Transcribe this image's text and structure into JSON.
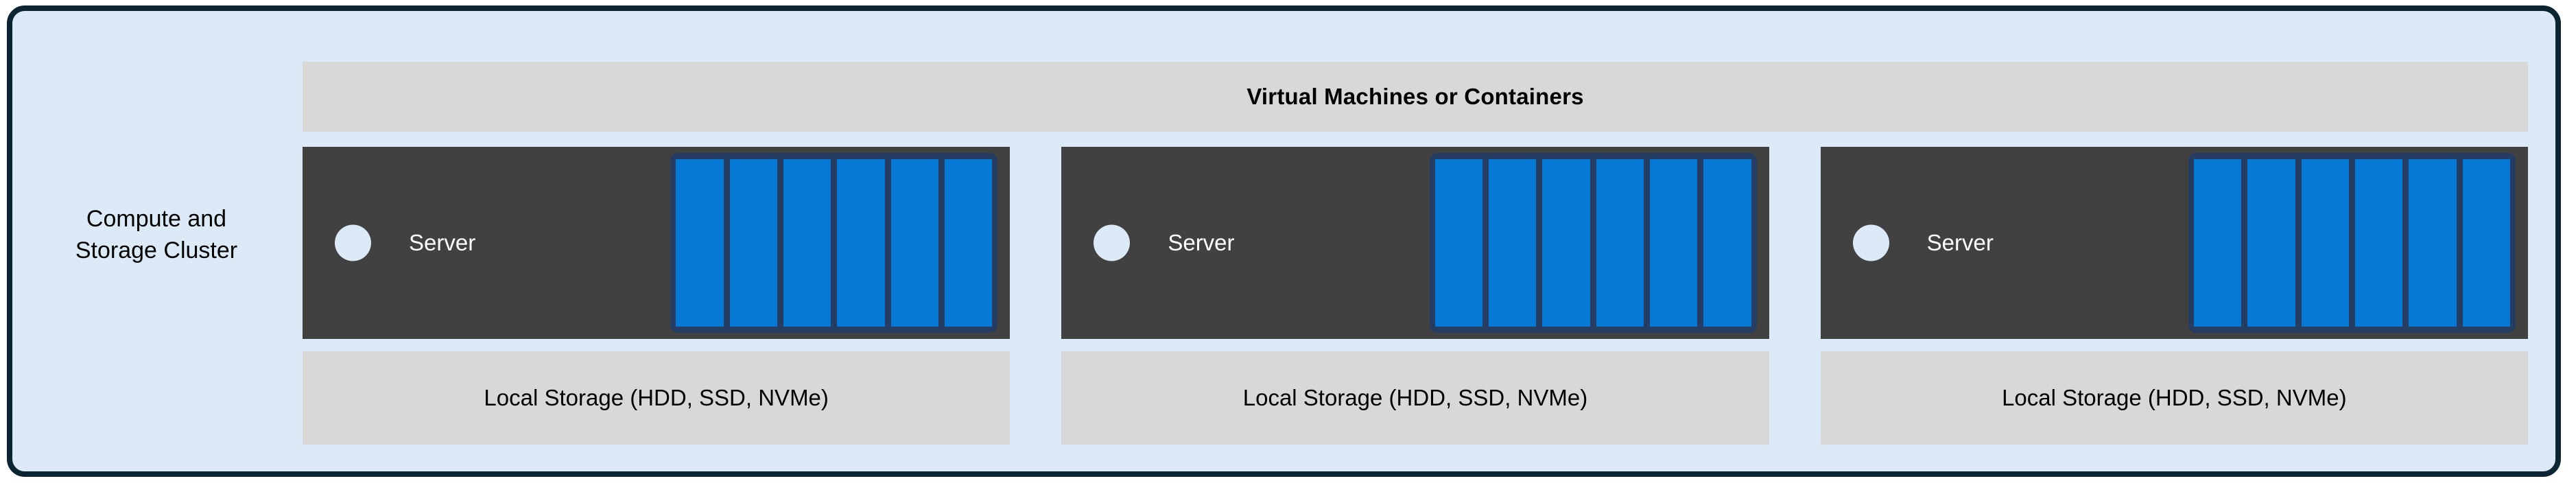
{
  "diagram": {
    "cluster_label": "Compute and\nStorage Cluster",
    "banner_title": "Virtual Machines or Containers",
    "colors": {
      "frame_border": "#0d2433",
      "frame_fill": "#dce9f7",
      "banner_fill": "#d8d8d8",
      "server_fill": "#414141",
      "drive_bay_frame": "#253c63",
      "drive_blue": "#0579d4",
      "storage_fill": "#d8d8d8",
      "led": "#dce9f7",
      "server_text": "#ffffff",
      "body_text": "#000000"
    },
    "nodes": [
      {
        "server_label": "Server",
        "storage_label": "Local Storage (HDD, SSD, NVMe)",
        "drive_count": 6
      },
      {
        "server_label": "Server",
        "storage_label": "Local Storage (HDD, SSD, NVMe)",
        "drive_count": 6
      },
      {
        "server_label": "Server",
        "storage_label": "Local Storage (HDD, SSD, NVMe)",
        "drive_count": 6
      }
    ]
  }
}
